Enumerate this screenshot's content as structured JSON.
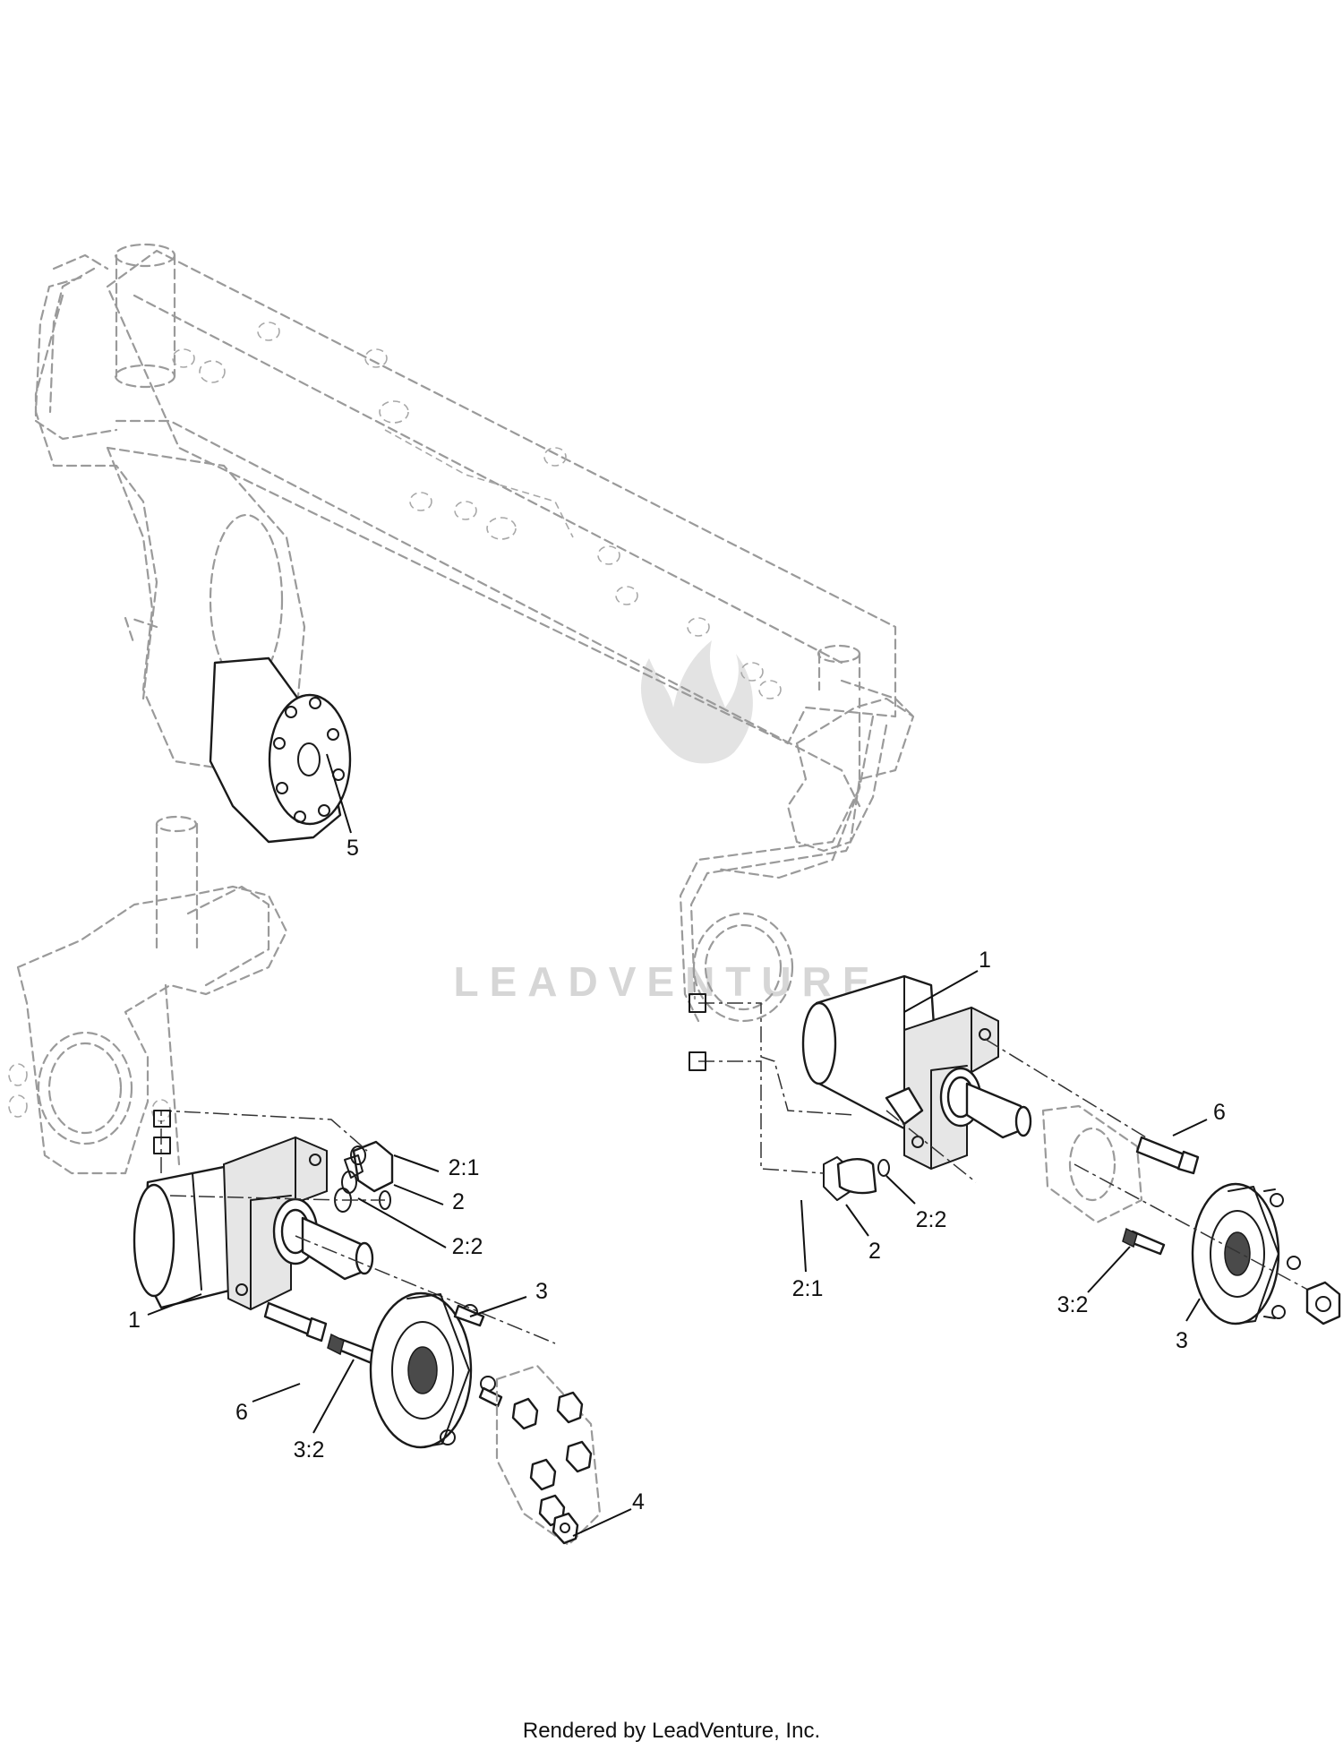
{
  "callouts": {
    "c5": "5",
    "c1_right": "1",
    "c6_right": "6",
    "c2_2_right": "2:2",
    "c2_right": "2",
    "c2_1_right": "2:1",
    "c3_2_right": "3:2",
    "c3_right": "3",
    "c2_1_left": "2:1",
    "c2_left": "2",
    "c2_2_left": "2:2",
    "c3_left": "3",
    "c1_left": "1",
    "c6_left": "6",
    "c3_2_left": "3:2",
    "c4": "4"
  },
  "watermark": {
    "text": "LEADVENTURE"
  },
  "footer": {
    "credit": "Rendered by LeadVenture, Inc."
  },
  "colors": {
    "ink": "#1a1a1a",
    "ghost": "#9a9a9a",
    "watermark": "#d6d6d6"
  },
  "icons": {
    "watermark_logo": "flame-icon"
  }
}
